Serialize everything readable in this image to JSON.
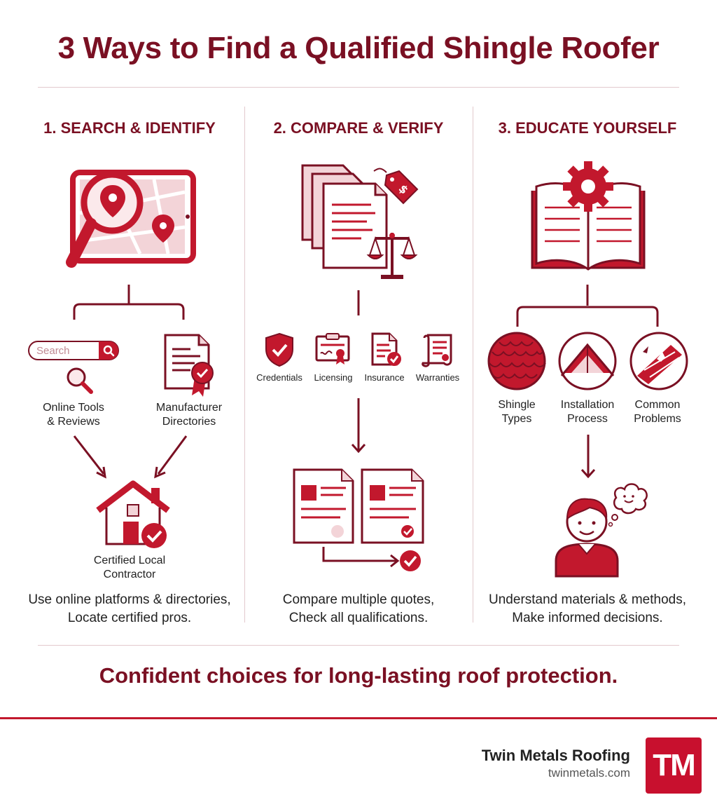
{
  "title": "3 Ways to Find a Qualified Shingle Roofer",
  "columns": [
    {
      "heading": "1. SEARCH & IDENTIFY",
      "search_placeholder": "Search",
      "branches": [
        "Online Tools\n& Reviews",
        "Manufacturer\nDirectories"
      ],
      "result": "Certified Local\nContractor",
      "description": "Use online platforms & directories,\nLocate certified pros."
    },
    {
      "heading": "2. COMPARE & VERIFY",
      "checks": [
        "Credentials",
        "Licensing",
        "Insurance",
        "Warranties"
      ],
      "description": "Compare multiple quotes,\nCheck all qualifications."
    },
    {
      "heading": "3. EDUCATE YOURSELF",
      "topics": [
        "Shingle\nTypes",
        "Installation\nProcess",
        "Common\nProblems"
      ],
      "description": "Understand materials & methods,\nMake informed decisions."
    }
  ],
  "tagline": "Confident choices for long-lasting roof protection.",
  "brand": {
    "name": "Twin Metals Roofing",
    "url": "twinmetals.com",
    "logo_text": "TM"
  },
  "colors": {
    "primary": "#7a1023",
    "accent": "#c2182d",
    "light": "#f3d4d8",
    "rule": "#e3c9cd"
  },
  "icons": [
    "map-tablet-icon",
    "magnifier-icon",
    "document-badge-icon",
    "house-check-icon",
    "documents-price-tag-icon",
    "scales-icon",
    "shield-check-icon",
    "license-certificate-icon",
    "insurance-document-icon",
    "warranty-scroll-icon",
    "quote-documents-icon",
    "book-gear-icon",
    "shingles-icon",
    "roof-icon",
    "damaged-roof-icon",
    "person-thinking-icon"
  ]
}
